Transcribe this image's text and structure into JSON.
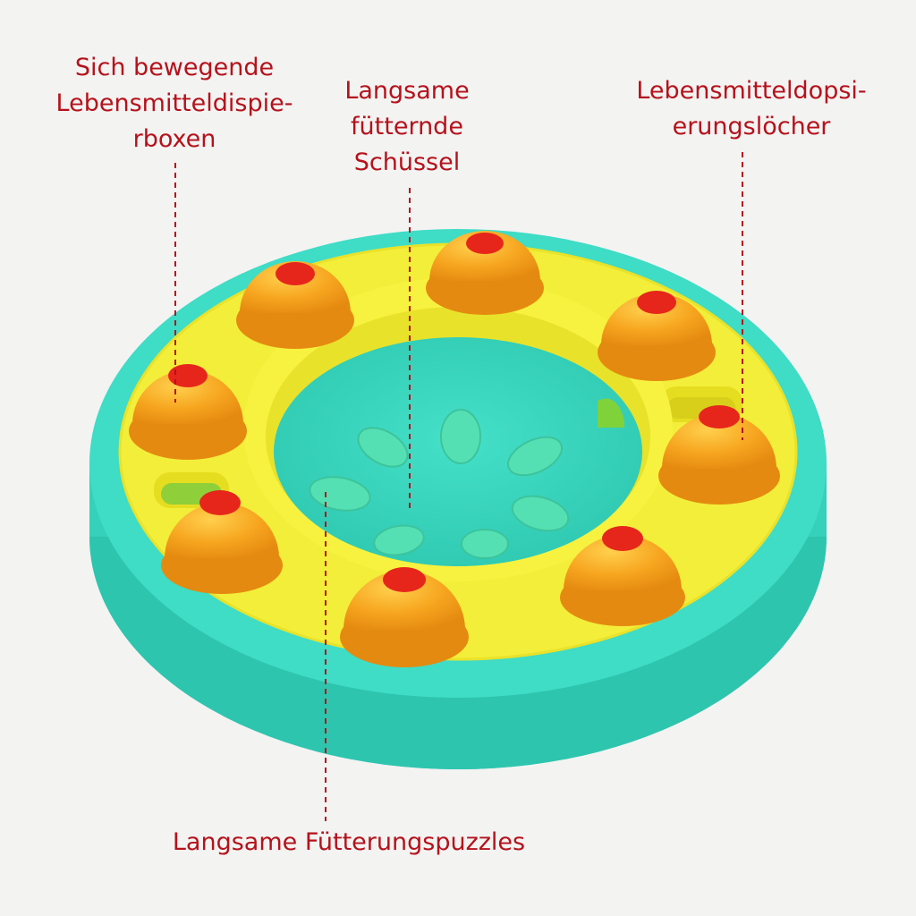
{
  "labels": {
    "top_left": {
      "line1": "Sich bewegende",
      "line2": "Lebensmitteldispie-",
      "line3": "rboxen"
    },
    "top_center": {
      "line1": "Langsame",
      "line2": "fütternde",
      "line3": "Schüssel"
    },
    "top_right": {
      "line1": "Lebensmitteldopsi-",
      "line2": "erungslöcher"
    },
    "bottom": {
      "line1": "Langsame Fütterungspuzzles"
    }
  },
  "colors": {
    "outer_ring": "#3fdcc6",
    "tray": "#f3ee3a",
    "dome": "#f7a620",
    "hole": "#e6261b",
    "center_basin": "#38d6bf",
    "label_text": "#b5121b",
    "background": "#f3f3f2"
  },
  "icons": [
    "dome-icon",
    "food-hole-icon",
    "leaf-bump-icon"
  ]
}
